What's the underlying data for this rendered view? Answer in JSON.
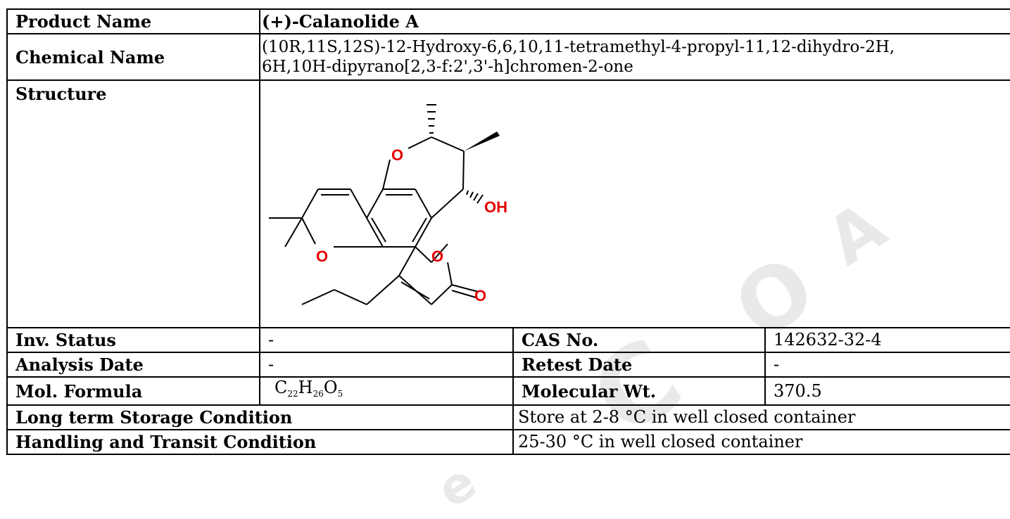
{
  "product": {
    "label": "Product Name",
    "value": "(+)-Calanolide A"
  },
  "chemical": {
    "label": "Chemical Name",
    "value": "(10R,11S,12S)-12-Hydroxy-6,6,10,11-tetramethyl-4-propyl-11,12-dihydro-2H,6H,10H-dipyrano[2,3-f:2',3'-h]chromen-2-one"
  },
  "structure": {
    "label": "Structure",
    "atoms": {
      "o": "O",
      "oh": "OH"
    },
    "atom_color": "#e60000"
  },
  "inv_status": {
    "label": "Inv. Status",
    "value": "-"
  },
  "cas": {
    "label": "CAS No.",
    "value": "142632-32-4"
  },
  "analysis_date": {
    "label": "Analysis Date",
    "value": "-"
  },
  "retest_date": {
    "label": "Retest Date",
    "value": "-"
  },
  "mol_formula": {
    "label": "Mol. Formula",
    "c": "C",
    "c_n": "22",
    "h": "H",
    "h_n": "26",
    "o": "O",
    "o_n": "5"
  },
  "mol_wt": {
    "label": "Molecular Wt.",
    "value": "370.5"
  },
  "storage": {
    "label": "Long term Storage Condition",
    "value": "Store at 2-8 °C in well closed container"
  },
  "handling": {
    "label": "Handling and Transit Condition",
    "value": "25-30 °C in well closed container"
  },
  "watermark": {
    "c": "C",
    "o": "O",
    "a": "A",
    "e": "e"
  }
}
